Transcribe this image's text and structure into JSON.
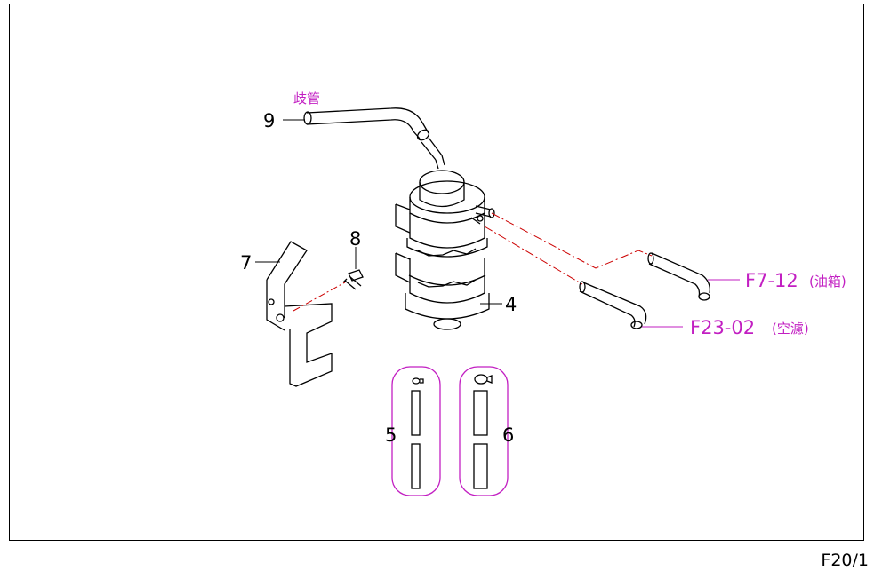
{
  "callouts": {
    "part_9": "9",
    "part_9_note": "歧管",
    "part_8": "8",
    "part_7": "7",
    "part_4": "4",
    "part_5": "5",
    "part_6": "6",
    "ref_fuel_tank": "F7-12",
    "ref_fuel_tank_note": "(油箱)",
    "ref_air_filter": "F23-02",
    "ref_air_filter_note": "(空濾)"
  },
  "page_code": "F20/1",
  "colors": {
    "line": "#000000",
    "callout_magenta": "#c21fc2",
    "leader_red": "#cc0000"
  }
}
